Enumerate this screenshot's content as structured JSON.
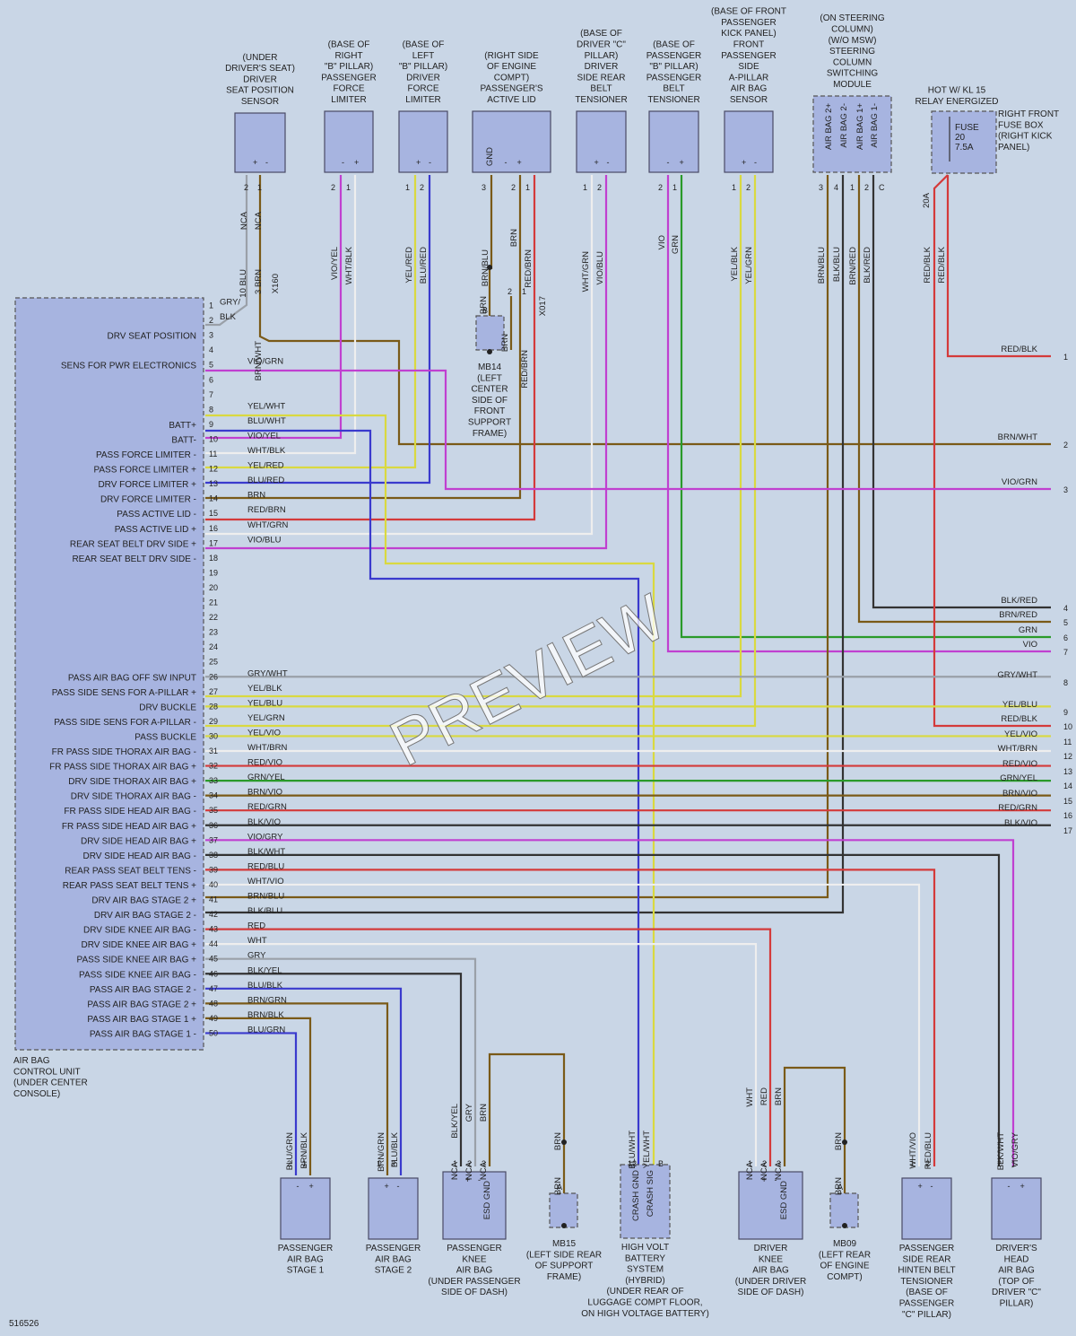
{
  "diagram_id": "516526",
  "watermark": "PREVIEW",
  "main_unit": {
    "title": [
      "AIR BAG",
      "CONTROL UNIT",
      "(UNDER CENTER",
      "CONSOLE)"
    ]
  },
  "pins": [
    {
      "n": 1,
      "f": "",
      "w": "GRY/"
    },
    {
      "n": 2,
      "f": "",
      "w": "BLK"
    },
    {
      "n": 3,
      "f": "DRV SEAT POSITION",
      "w": ""
    },
    {
      "n": 4,
      "f": "",
      "w": ""
    },
    {
      "n": 5,
      "f": "SENS FOR PWR ELECTRONICS",
      "w": "VIO/GRN"
    },
    {
      "n": 6,
      "f": "",
      "w": ""
    },
    {
      "n": 7,
      "f": "",
      "w": ""
    },
    {
      "n": 8,
      "f": "",
      "w": "YEL/WHT"
    },
    {
      "n": 9,
      "f": "BATT+",
      "w": "BLU/WHT"
    },
    {
      "n": 10,
      "f": "BATT-",
      "w": "VIO/YEL"
    },
    {
      "n": 11,
      "f": "PASS FORCE LIMITER -",
      "w": "WHT/BLK"
    },
    {
      "n": 12,
      "f": "PASS FORCE LIMITER +",
      "w": "YEL/RED"
    },
    {
      "n": 13,
      "f": "DRV FORCE LIMITER +",
      "w": "BLU/RED"
    },
    {
      "n": 14,
      "f": "DRV FORCE LIMITER -",
      "w": "BRN"
    },
    {
      "n": 15,
      "f": "PASS ACTIVE LID -",
      "w": "RED/BRN"
    },
    {
      "n": 16,
      "f": "PASS ACTIVE LID +",
      "w": "WHT/GRN"
    },
    {
      "n": 17,
      "f": "REAR SEAT BELT DRV SIDE +",
      "w": "VIO/BLU"
    },
    {
      "n": 18,
      "f": "REAR SEAT BELT DRV SIDE -",
      "w": ""
    },
    {
      "n": 19,
      "f": "",
      "w": ""
    },
    {
      "n": 20,
      "f": "",
      "w": ""
    },
    {
      "n": 21,
      "f": "",
      "w": ""
    },
    {
      "n": 22,
      "f": "",
      "w": ""
    },
    {
      "n": 23,
      "f": "",
      "w": ""
    },
    {
      "n": 24,
      "f": "",
      "w": ""
    },
    {
      "n": 25,
      "f": "",
      "w": ""
    },
    {
      "n": 26,
      "f": "PASS AIR BAG OFF SW INPUT",
      "w": "GRY/WHT"
    },
    {
      "n": 27,
      "f": "PASS SIDE SENS FOR A-PILLAR +",
      "w": "YEL/BLK"
    },
    {
      "n": 28,
      "f": "DRV BUCKLE",
      "w": "YEL/BLU"
    },
    {
      "n": 29,
      "f": "PASS SIDE SENS FOR A-PILLAR -",
      "w": "YEL/GRN"
    },
    {
      "n": 30,
      "f": "PASS BUCKLE",
      "w": "YEL/VIO"
    },
    {
      "n": 31,
      "f": "FR PASS SIDE THORAX AIR BAG -",
      "w": "WHT/BRN"
    },
    {
      "n": 32,
      "f": "FR PASS SIDE THORAX AIR BAG +",
      "w": "RED/VIO"
    },
    {
      "n": 33,
      "f": "DRV SIDE THORAX AIR BAG +",
      "w": "GRN/YEL"
    },
    {
      "n": 34,
      "f": "DRV SIDE THORAX AIR BAG -",
      "w": "BRN/VIO"
    },
    {
      "n": 35,
      "f": "FR PASS SIDE HEAD AIR BAG -",
      "w": "RED/GRN"
    },
    {
      "n": 36,
      "f": "FR PASS SIDE HEAD AIR BAG +",
      "w": "BLK/VIO"
    },
    {
      "n": 37,
      "f": "DRV SIDE HEAD AIR BAG +",
      "w": "VIO/GRY"
    },
    {
      "n": 38,
      "f": "DRV SIDE HEAD AIR BAG -",
      "w": "BLK/WHT"
    },
    {
      "n": 39,
      "f": "REAR PASS SEAT BELT TENS -",
      "w": "RED/BLU"
    },
    {
      "n": 40,
      "f": "REAR PASS SEAT BELT TENS +",
      "w": "WHT/VIO"
    },
    {
      "n": 41,
      "f": "DRV AIR BAG STAGE 2 +",
      "w": "BRN/BLU"
    },
    {
      "n": 42,
      "f": "DRV AIR BAG STAGE 2 -",
      "w": "BLK/BLU"
    },
    {
      "n": 43,
      "f": "DRV SIDE KNEE AIR BAG -",
      "w": "RED"
    },
    {
      "n": 44,
      "f": "DRV SIDE KNEE AIR BAG +",
      "w": "WHT"
    },
    {
      "n": 45,
      "f": "PASS SIDE KNEE AIR BAG +",
      "w": "GRY"
    },
    {
      "n": 46,
      "f": "PASS SIDE KNEE AIR BAG -",
      "w": "BLK/YEL"
    },
    {
      "n": 47,
      "f": "PASS AIR BAG STAGE 2 -",
      "w": "BLU/BLK"
    },
    {
      "n": 48,
      "f": "PASS AIR BAG STAGE 2 +",
      "w": "BRN/GRN"
    },
    {
      "n": 49,
      "f": "PASS AIR BAG STAGE 1 +",
      "w": "BRN/BLK"
    },
    {
      "n": 50,
      "f": "PASS AIR BAG STAGE 1 -",
      "w": "BLU/GRN"
    }
  ],
  "right_connectors": [
    {
      "n": "1",
      "w": "RED/BLK"
    },
    {
      "n": "2",
      "w": "BRN/WHT"
    },
    {
      "n": "3",
      "w": "VIO/GRN"
    },
    {
      "n": "4",
      "w": "BLK/RED"
    },
    {
      "n": "5",
      "w": "BRN/RED"
    },
    {
      "n": "6",
      "w": "GRN"
    },
    {
      "n": "7",
      "w": "VIO"
    },
    {
      "n": "8",
      "w": "GRY/WHT"
    },
    {
      "n": "9",
      "w": "YEL/BLU"
    },
    {
      "n": "10",
      "w": "RED/BLK"
    },
    {
      "n": "11",
      "w": "YEL/VIO"
    },
    {
      "n": "12",
      "w": "WHT/BRN"
    },
    {
      "n": "13",
      "w": "RED/VIO"
    },
    {
      "n": "14",
      "w": "GRN/YEL"
    },
    {
      "n": "15",
      "w": "BRN/VIO"
    },
    {
      "n": "16",
      "w": "RED/GRN"
    },
    {
      "n": "17",
      "w": "BLK/VIO"
    }
  ],
  "top_components": [
    {
      "title": [
        "(UNDER",
        "DRIVER'S SEAT)",
        "DRIVER",
        "SEAT POSITION",
        "SENSOR"
      ],
      "pins": "+ -",
      "wires": [
        "NCA",
        "NCA"
      ],
      "wp": [
        "2",
        "1"
      ],
      "lower": [
        "10 BLU",
        "3 BRN"
      ],
      "conn": "X160"
    },
    {
      "title": [
        "(BASE OF",
        "RIGHT",
        "\"B\" PILLAR)",
        "PASSENGER",
        "FORCE",
        "LIMITER"
      ],
      "pins": "- +",
      "wires": [
        "VIO/YEL",
        "WHT/BLK"
      ],
      "wp": [
        "2",
        "1"
      ]
    },
    {
      "title": [
        "(BASE OF",
        "LEFT",
        "\"B\" PILLAR)",
        "DRIVER",
        "FORCE",
        "LIMITER"
      ],
      "pins": "+ -",
      "wires": [
        "YEL/RED",
        "BLU/RED"
      ],
      "wp": [
        "1",
        "2"
      ]
    },
    {
      "title": [
        "(RIGHT SIDE",
        "OF ENGINE",
        "COMPT)",
        "PASSENGER'S",
        "ACTIVE LID"
      ],
      "pins": "- +",
      "gnd": "GND",
      "wires": [
        "BRN/BLU",
        "BRN",
        "RED/BRN"
      ],
      "wp": [
        "3",
        "2",
        "1"
      ],
      "conn": "X017"
    },
    {
      "title": [
        "(BASE OF",
        "DRIVER \"C\"",
        "PILLAR)",
        "DRIVER",
        "SIDE REAR",
        "BELT",
        "TENSIONER"
      ],
      "pins": "+ -",
      "wires": [
        "WHT/GRN",
        "VIO/BLU"
      ],
      "wp": [
        "1",
        "2"
      ]
    },
    {
      "title": [
        "(BASE OF",
        "PASSENGER",
        "\"B\" PILLAR)",
        "PASSENGER",
        "BELT",
        "TENSIONER"
      ],
      "pins": "- +",
      "wires": [
        "VIO",
        "GRN"
      ],
      "wp": [
        "2",
        "1"
      ]
    },
    {
      "title": [
        "(BASE OF FRONT",
        "PASSENGER",
        "KICK PANEL)",
        "FRONT",
        "PASSENGER",
        "SIDE",
        "A-PILLAR",
        "AIR BAG",
        "SENSOR"
      ],
      "pins": "+ -",
      "wires": [
        "YEL/BLK",
        "YEL/GRN"
      ],
      "wp": [
        "1",
        "2"
      ]
    },
    {
      "title": [
        "(ON STEERING",
        "COLUMN)",
        "(W/O MSW)",
        "STEERING",
        "COLUMN",
        "SWITCHING",
        "MODULE"
      ],
      "pins": [
        "AIR BAG 2+",
        "AIR BAG 2-",
        "AIR BAG 1+",
        "AIR BAG 1-"
      ],
      "wires": [
        "BRN/BLU",
        "BLK/BLU",
        "BRN/RED",
        "BLK/RED"
      ],
      "wp": [
        "3",
        "4",
        "1",
        "2",
        "C"
      ]
    },
    {
      "title": [
        "HOT W/ KL 15",
        "RELAY ENERGIZED"
      ],
      "fuse": [
        "FUSE",
        "20",
        "7.5A"
      ],
      "fuse_box": [
        "RIGHT FRONT",
        "FUSE BOX",
        "(RIGHT KICK",
        "PANEL)"
      ],
      "wires": [
        "RED/BLK",
        "RED/BLK"
      ],
      "amp": "20A"
    }
  ],
  "mb14": {
    "title": [
      "MB14",
      "(LEFT",
      "CENTER",
      "SIDE OF",
      "FRONT",
      "SUPPORT",
      "FRAME)"
    ],
    "wires": [
      "BRN",
      "BRN"
    ],
    "pins": [
      "B",
      "2",
      "1"
    ]
  },
  "bottom_components": [
    {
      "title": [
        "PASSENGER",
        "AIR BAG",
        "STAGE 1"
      ],
      "pins": "- +",
      "wires": [
        "BLU/GRN",
        "BRN/BLK"
      ],
      "wp": [
        "2",
        "1"
      ]
    },
    {
      "title": [
        "PASSENGER",
        "AIR BAG",
        "STAGE 2"
      ],
      "pins": "+ -",
      "wires": [
        "BRN/GRN",
        "BLU/BLK"
      ],
      "wp": [
        "1",
        "2"
      ]
    },
    {
      "title": [
        "PASSENGER",
        "KNEE",
        "AIR BAG",
        "(UNDER PASSENGER",
        "SIDE OF DASH)"
      ],
      "pins": "+ -",
      "gnd": "ESD GND",
      "wires": [
        "BLK/YEL",
        "GRY",
        "BRN"
      ],
      "nca": [
        "NCA",
        "NCA",
        "NCA"
      ],
      "wp": [
        "1",
        "2",
        "3"
      ]
    },
    {
      "title": [
        "MB15",
        "(LEFT SIDE REAR",
        "OF SUPPORT",
        "FRAME)"
      ],
      "wires": [
        "BRN",
        "BRN"
      ],
      "pins": [
        "A"
      ]
    },
    {
      "title": [
        "HIGH VOLT",
        "BATTERY",
        "SYSTEM",
        "(HYBRID)",
        "(UNDER REAR OF",
        "LUGGAGE COMPT FLOOR,",
        "ON HIGH VOLTAGE BATTERY)"
      ],
      "pins": [
        "CRASH GND",
        "CRASH SIG"
      ],
      "wires": [
        "BLU/WHT",
        "YEL/WHT"
      ],
      "wp": [
        "12",
        "B"
      ]
    },
    {
      "title": [
        "DRIVER",
        "KNEE",
        "AIR BAG",
        "(UNDER DRIVER",
        "SIDE OF DASH)"
      ],
      "pins": "+ -",
      "gnd": "ESD GND",
      "wires": [
        "WHT",
        "RED",
        "BRN"
      ],
      "nca": [
        "NCA",
        "NCA",
        "NCA"
      ],
      "wp": [
        "1",
        "2",
        "3"
      ]
    },
    {
      "title": [
        "MB09",
        "(LEFT REAR",
        "OF ENGINE",
        "COMPT)"
      ],
      "wires": [
        "BRN",
        "BRN"
      ],
      "pins": [
        "A"
      ]
    },
    {
      "title": [
        "PASSENGER",
        "SIDE REAR",
        "HINTEN BELT",
        "TENSIONER",
        "(BASE OF",
        "PASSENGER",
        "\"C\" PILLAR)"
      ],
      "pins": "+ -",
      "wires": [
        "WHT/VIO",
        "RED/BLU"
      ],
      "wp": [
        "1",
        "2"
      ]
    },
    {
      "title": [
        "DRIVER'S",
        "HEAD",
        "AIR BAG",
        "(TOP OF",
        "DRIVER \"C\"",
        "PILLAR)"
      ],
      "pins": "- +",
      "wires": [
        "BLK/WHT",
        "VIO/GRY"
      ],
      "wp": [
        "2",
        "1"
      ]
    }
  ],
  "colors": {
    "RED": "#d43a3a",
    "BRN": "#7a5a18",
    "BLU": "#3a3acd",
    "VIO": "#c040d0",
    "YEL": "#d9d940",
    "GRN": "#2a9a2a",
    "GRY": "#9aa0a8",
    "WHT": "#eeeeee",
    "BLK": "#333333"
  }
}
